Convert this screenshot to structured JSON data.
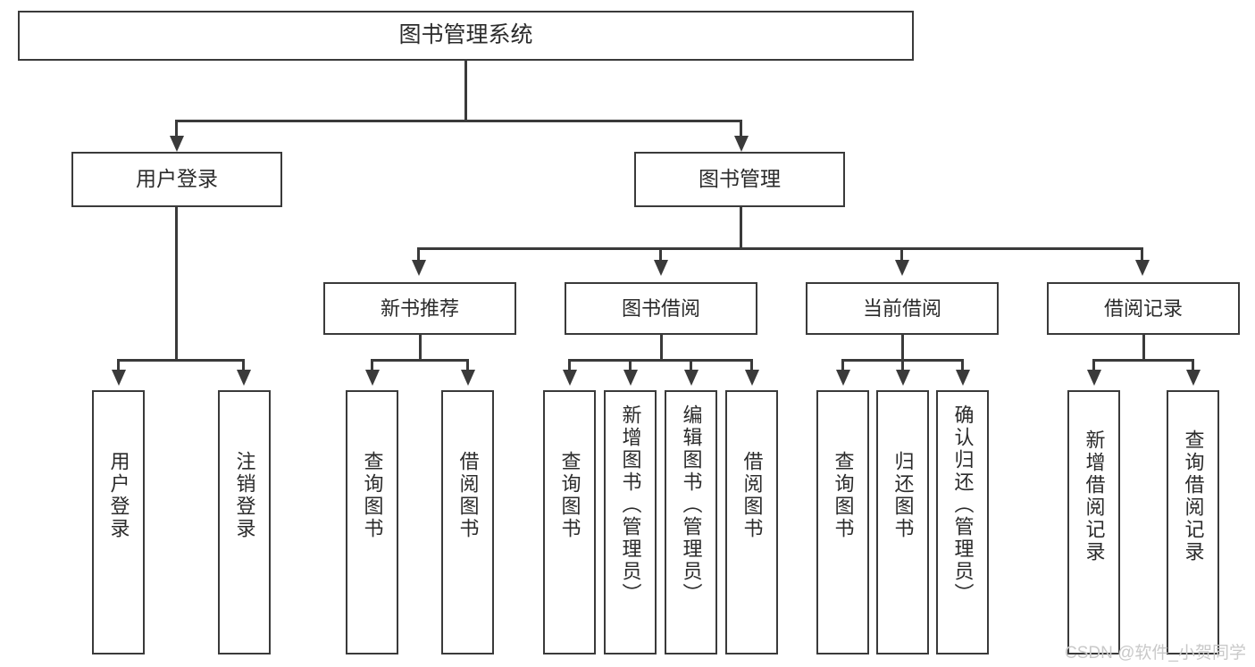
{
  "diagram": {
    "type": "tree-hierarchy-chart",
    "title": "图书管理系统",
    "background_color": "#ffffff",
    "stroke_color": "#3a3a3a",
    "text_color": "#2b2b2b"
  },
  "root": {
    "label": "图书管理系统"
  },
  "level1": [
    {
      "label": "用户登录"
    },
    {
      "label": "图书管理"
    }
  ],
  "level2": [
    {
      "label": "新书推荐"
    },
    {
      "label": "图书借阅"
    },
    {
      "label": "当前借阅"
    },
    {
      "label": "借阅记录"
    }
  ],
  "leaves": {
    "user_login": [
      {
        "label": "用户登录"
      },
      {
        "label": "注销登录"
      }
    ],
    "new_book_recommend": [
      {
        "label": "查询图书"
      },
      {
        "label": "借阅图书"
      }
    ],
    "book_borrow": [
      {
        "label": "查询图书"
      },
      {
        "label": "新增图书（管理员）"
      },
      {
        "label": "编辑图书（管理员）"
      },
      {
        "label": "借阅图书"
      }
    ],
    "current_borrow": [
      {
        "label": "查询图书"
      },
      {
        "label": "归还图书"
      },
      {
        "label": "确认归还（管理员）"
      }
    ],
    "borrow_record": [
      {
        "label": "新增借阅记录"
      },
      {
        "label": "查询借阅记录"
      }
    ]
  },
  "watermark": {
    "text": "CSDN @软件_小贺同学",
    "color": "#c9c9c9"
  }
}
